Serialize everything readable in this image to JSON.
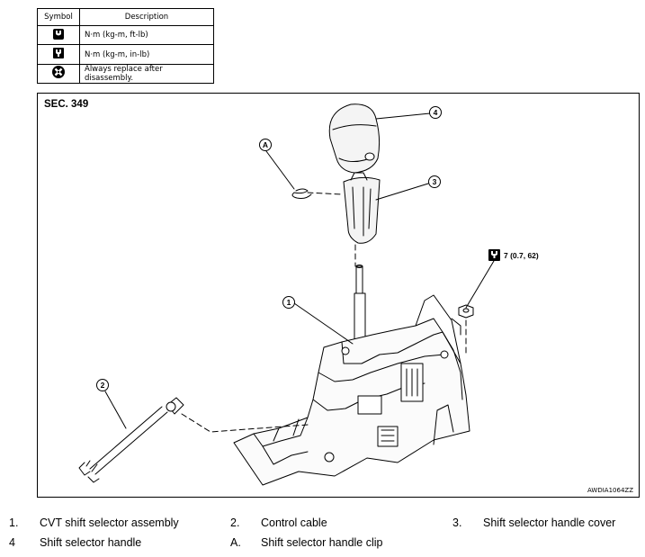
{
  "legend": {
    "header_symbol": "Symbol",
    "header_description": "Description",
    "rows": [
      {
        "icon": "torque-ft-lb-icon",
        "description": "N·m (kg-m, ft-lb)"
      },
      {
        "icon": "torque-in-lb-icon",
        "description": "N·m (kg-m, in-lb)"
      },
      {
        "icon": "always-replace-icon",
        "description": "Always replace after disassembly."
      }
    ]
  },
  "diagram": {
    "section": "SEC. 349",
    "figure_code": "AWDIA1064ZZ",
    "torque_spec": "7 (0.7, 62)",
    "callouts": [
      "4",
      "3",
      "A",
      "1",
      "2"
    ]
  },
  "parts": [
    {
      "num": "1.",
      "name": "CVT shift selector assembly"
    },
    {
      "num": "2.",
      "name": "Control cable"
    },
    {
      "num": "3.",
      "name": "Shift selector handle cover"
    },
    {
      "num": "4",
      "name": "Shift selector handle"
    },
    {
      "num": "A.",
      "name": "Shift selector handle clip"
    }
  ]
}
